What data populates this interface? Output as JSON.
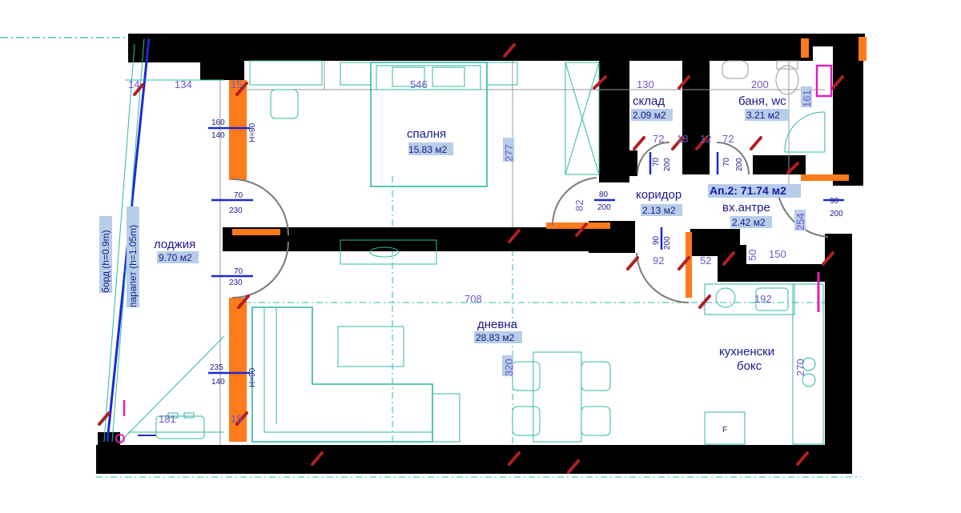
{
  "plan": {
    "apartment_label": "Ап.2: 71.74 м2",
    "rooms": {
      "bedroom": {
        "name": "спалня",
        "area": "15.83 м2"
      },
      "storage": {
        "name": "склад",
        "area": "2.09 м2"
      },
      "bathroom": {
        "name": "баня, wc",
        "area": "3.21 м2"
      },
      "corridor": {
        "name": "коридор",
        "area": "2.13 м2"
      },
      "entrance": {
        "name": "вх.антре",
        "area": "2.42 м2"
      },
      "loggia": {
        "name": "лоджия",
        "area": "9.70 м2"
      },
      "living": {
        "name": "дневна",
        "area": "28.83 м2"
      },
      "kitchen_line1": "кухненски",
      "kitchen_line2": "бокс"
    },
    "parapet": {
      "board": "борд (h=0.9m)",
      "parapet": "парапет (h=1.05m)"
    },
    "dimensions": {
      "d134": "134",
      "d546": "546",
      "d130": "130",
      "d200": "200",
      "d161": "161",
      "d277": "277",
      "d72a": "72",
      "d72b": "72",
      "d18": "18",
      "d12": "12",
      "d82": "82",
      "d80": "80",
      "d254": "254",
      "d92": "92",
      "d52": "52",
      "d50": "50",
      "d150": "150",
      "d192": "192",
      "d708": "708",
      "d320": "320",
      "d270": "270",
      "d181": "181",
      "d15a": "15",
      "d15b": "15",
      "d14": "14"
    },
    "openings": {
      "w_160": "160",
      "w_140a": "140",
      "w_h90a": "Н=90",
      "w_70a": "70",
      "w_230a": "230",
      "w_70b": "70",
      "w_230b": "230",
      "w_235": "235",
      "w_140b": "140",
      "w_h90b": "Н=90",
      "d_70_200a_top": "70",
      "d_70_200a_bot": "200",
      "d_70_200b_top": "70",
      "d_70_200b_bot": "200",
      "d_80": "80",
      "d_80_200": "200",
      "d_90_200a_top": "90",
      "d_90_200a_bot": "200",
      "d_90_200b_top": "90",
      "d_90_200b_bot": "200"
    },
    "misc": {
      "kitchen_f": "F"
    },
    "colors": {
      "wall": "#000000",
      "insulation": "#ff7a1a",
      "furniture": "#2fb8a0",
      "text": "#1a1a8c",
      "dimension": "#6a5acd",
      "highlight": "#b7cde8",
      "parapet_line": "#1a2ad0",
      "accent": "#e020c0"
    }
  }
}
